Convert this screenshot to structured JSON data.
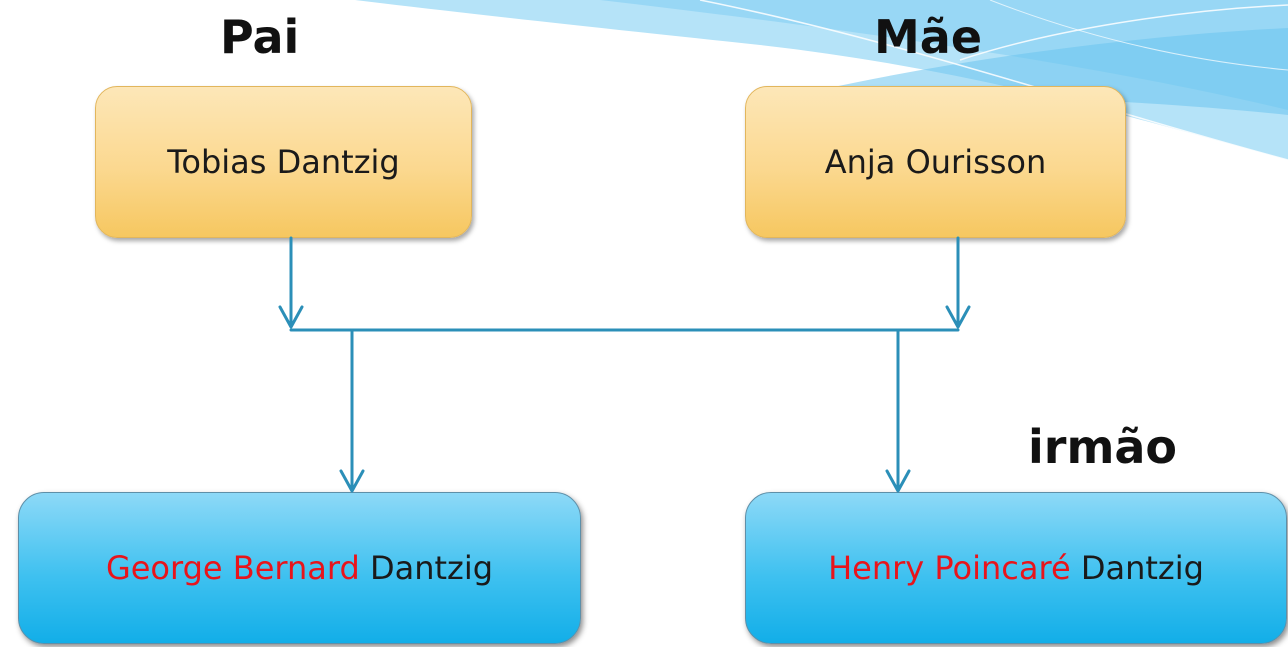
{
  "labels": {
    "father": "Pai",
    "mother": "Mãe",
    "sibling": "irmão"
  },
  "parents": {
    "father_name": "Tobias Dantzig",
    "mother_name": "Anja Ourisson"
  },
  "children": {
    "george": {
      "given": "George Bernard",
      "surname": "Dantzig"
    },
    "henry": {
      "given": "Henry Poincaré",
      "surname": "Dantzig"
    }
  },
  "colors": {
    "parent_box": "#fbd88f",
    "child_box": "#3fc1f0",
    "connector": "#2b8fb8",
    "highlight_text": "#e8141b"
  }
}
